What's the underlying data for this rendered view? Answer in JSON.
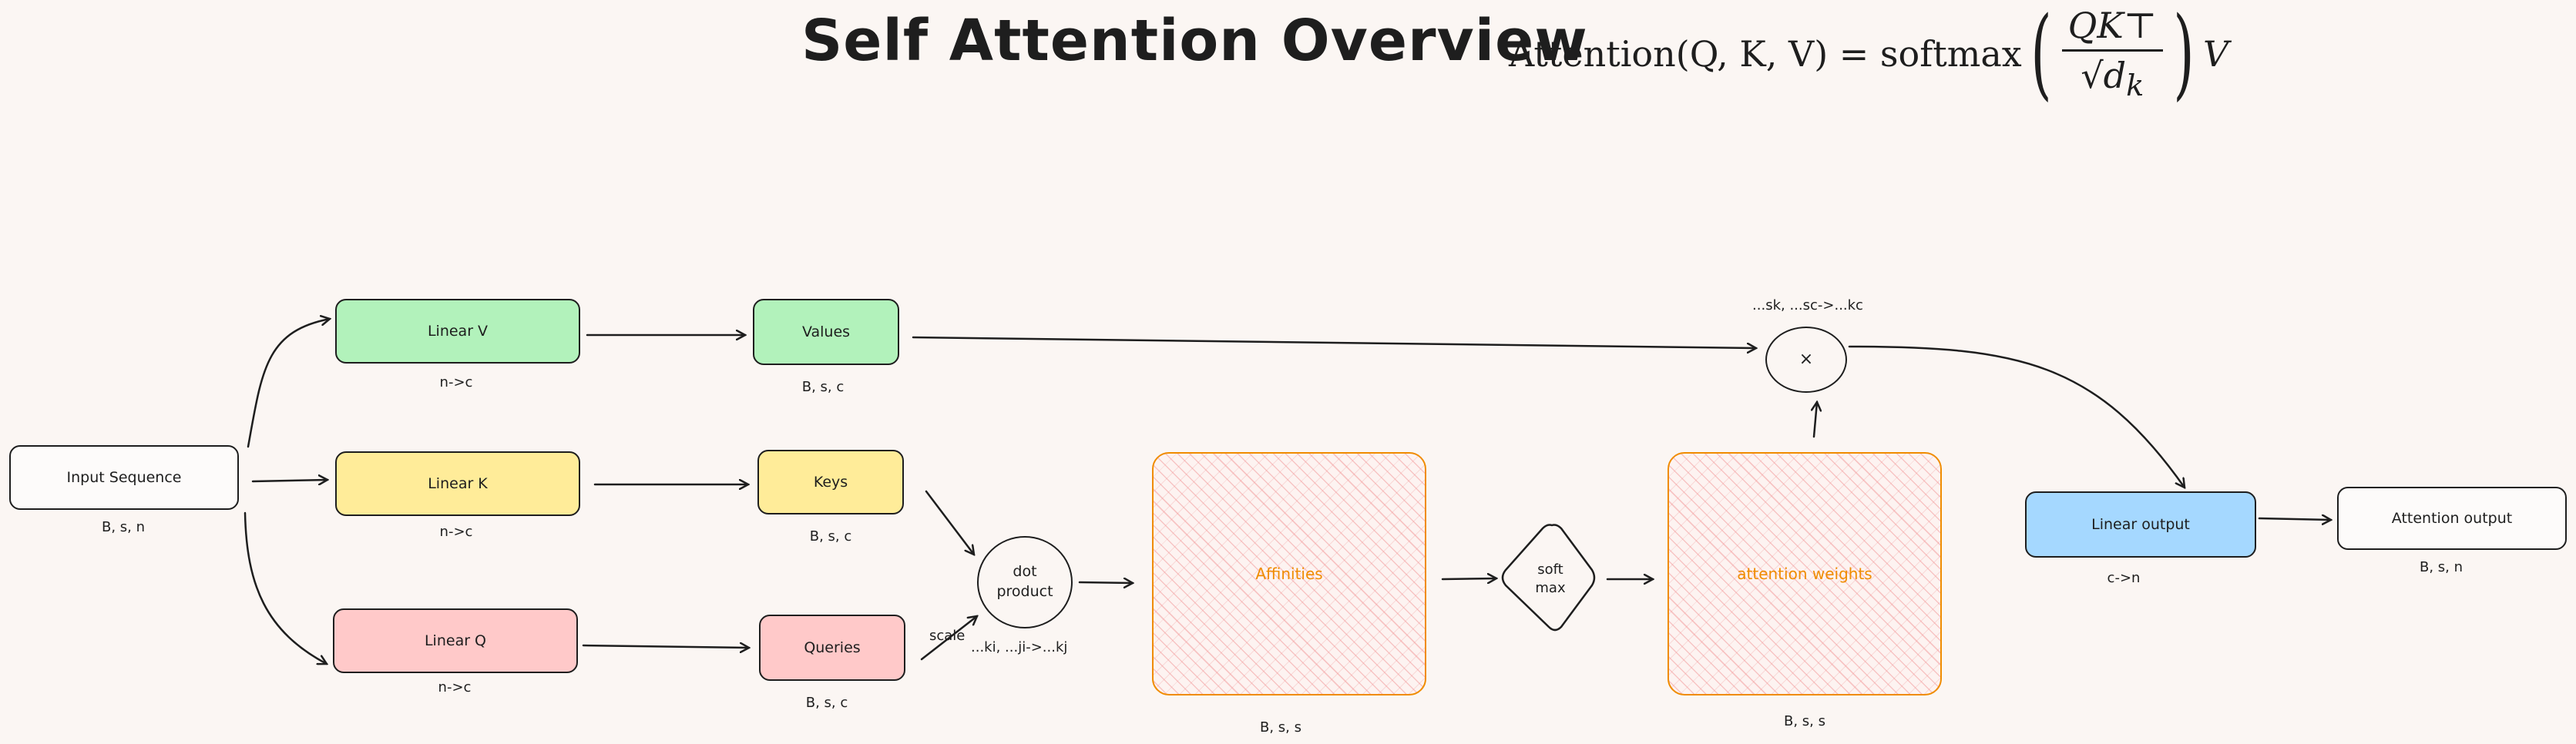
{
  "title": "Self Attention Overview",
  "formula": {
    "lhs": "Attention(Q, K, V) = softmax",
    "numerator": "QK⊤",
    "denominator": "√d",
    "denominator_sub": "k",
    "tail": "V"
  },
  "nodes": {
    "input_sequence": {
      "label": "Input Sequence",
      "shape": "B, s, n"
    },
    "linear_v": {
      "label": "Linear V",
      "note": "n->c"
    },
    "linear_k": {
      "label": "Linear K",
      "note": "n->c"
    },
    "linear_q": {
      "label": "Linear Q",
      "note": "n->c"
    },
    "values": {
      "label": "Values",
      "shape": "B, s, c"
    },
    "keys": {
      "label": "Keys",
      "shape": "B, s, c"
    },
    "queries": {
      "label": "Queries",
      "shape": "B, s, c"
    },
    "dot_product": {
      "label_line1": "dot",
      "label_line2": "product",
      "einsum": "...ki, ...ji->...kj",
      "scale": "scale"
    },
    "affinities": {
      "label": "Affinities",
      "shape": "B, s, s"
    },
    "softmax": {
      "label_line1": "soft",
      "label_line2": "max"
    },
    "attention_weights": {
      "label": "attention weights",
      "shape": "B, s, s"
    },
    "multiply": {
      "label": "×",
      "einsum": "...sk, ...sc->...kc"
    },
    "linear_output": {
      "label": "Linear output",
      "note": "c->n"
    },
    "attention_output": {
      "label": "Attention output",
      "shape": "B, s, n"
    }
  },
  "colors": {
    "green": "#b2f2bb",
    "yellow": "#ffec99",
    "red": "#ffc9c9",
    "blue": "#a5d8ff",
    "orange_stroke": "#f08c00",
    "background": "#fbf6f3"
  }
}
